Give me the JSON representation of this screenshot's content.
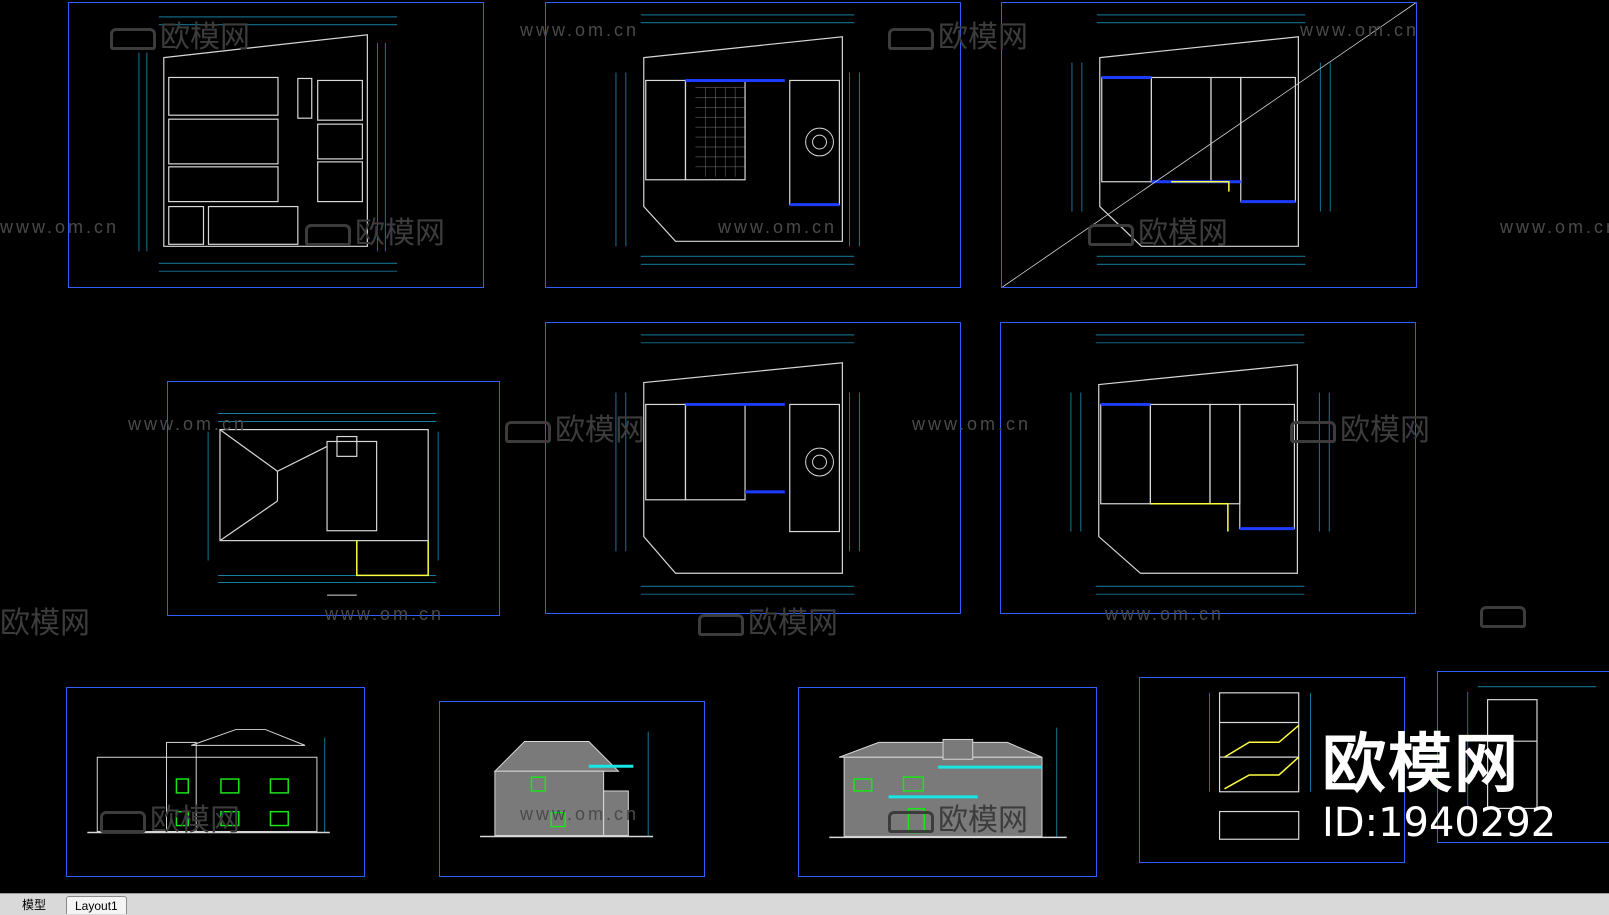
{
  "watermark": {
    "url_text": "www.om.cn",
    "site_cn": "欧模网"
  },
  "brand": {
    "name": "欧模网",
    "id_label": "ID:1940292"
  },
  "tabs": [
    {
      "label": "模型"
    },
    {
      "label": "Layout1"
    }
  ],
  "colors": {
    "background": "#000000",
    "frame": "#2f5fff",
    "line": "#d8d8d8",
    "dimension": "#20c8ff",
    "accent_blue": "#1e3cff",
    "green": "#19e619",
    "yellow": "#ffff40"
  }
}
